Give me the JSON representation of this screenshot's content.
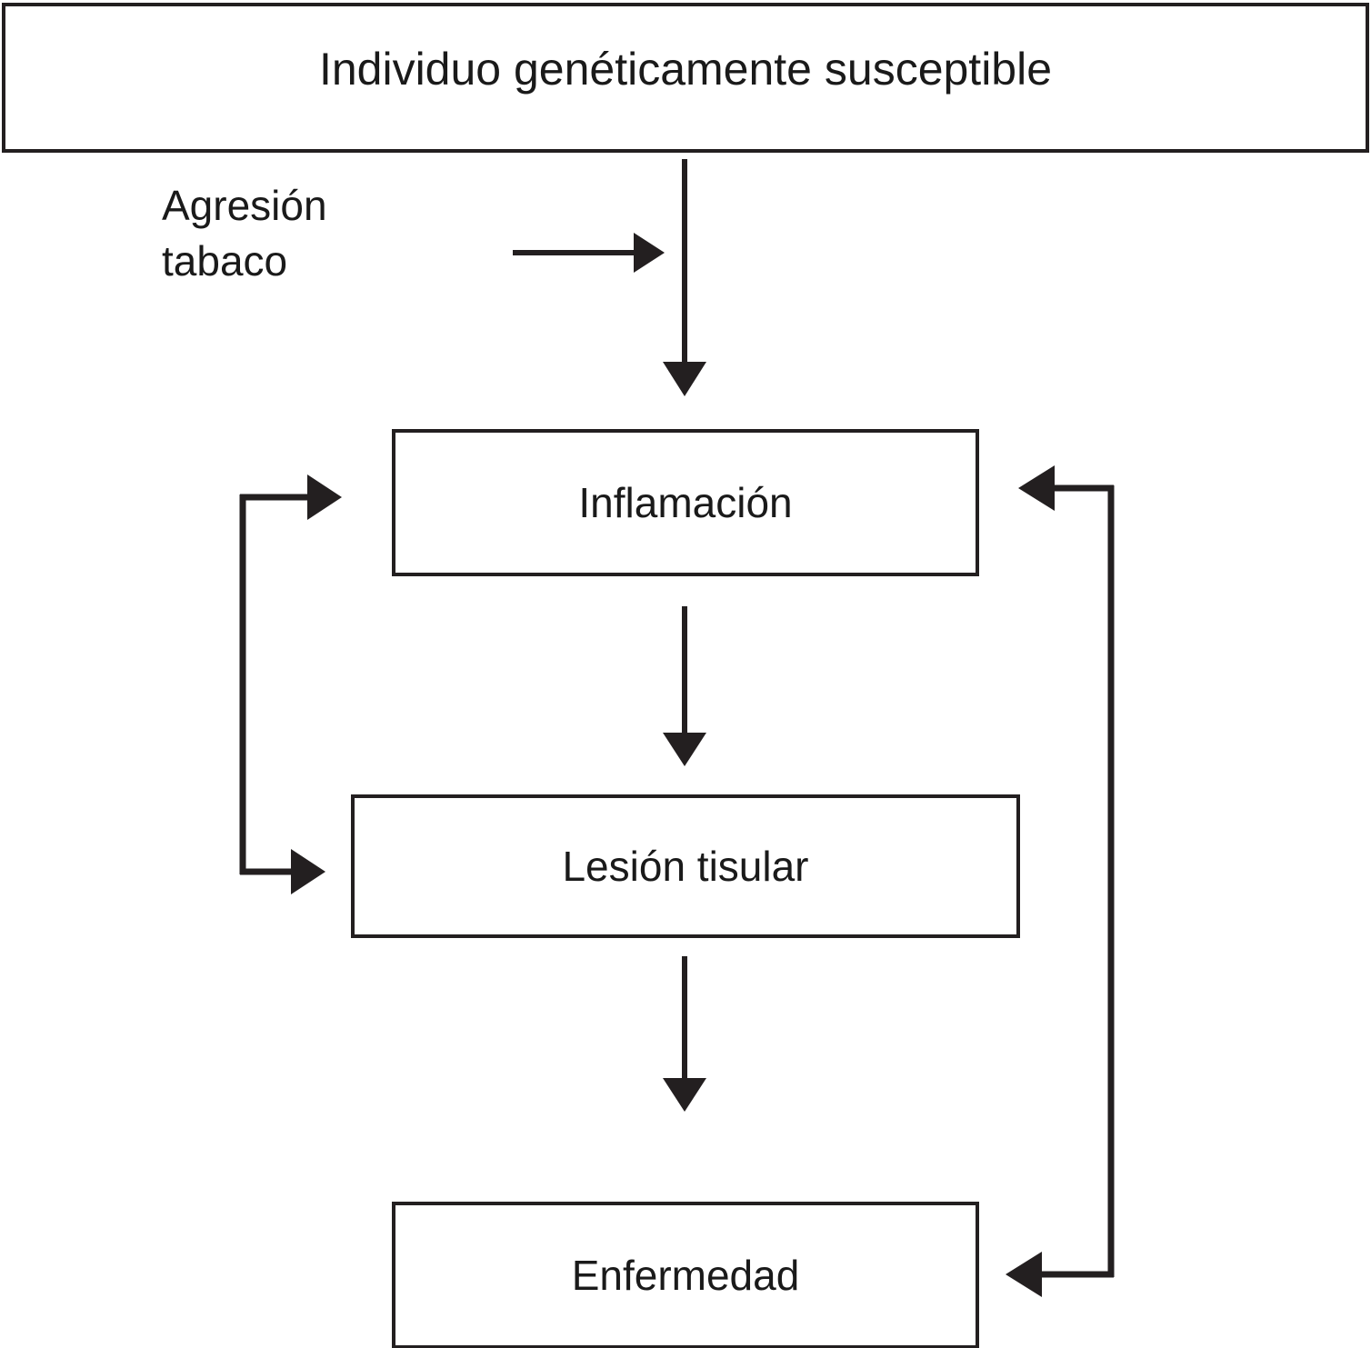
{
  "diagram": {
    "title_box": {
      "label": "Individuo genéticamente susceptible"
    },
    "nodes": [
      {
        "id": "inflamacion",
        "label": "Inflamación"
      },
      {
        "id": "lesion",
        "label": "Lesión tisular"
      },
      {
        "id": "enfermedad",
        "label": "Enfermedad"
      }
    ],
    "annotations": [
      {
        "id": "agresion",
        "label": "Agresión\ntabaco"
      }
    ],
    "edges": [
      {
        "id": "top-to-inflamacion",
        "from": "Individuo genéticamente susceptible",
        "to": "Inflamación",
        "arrow": "down"
      },
      {
        "id": "agresion-to-main",
        "from": "Agresión tabaco",
        "to": "Individuo genéticamente susceptible",
        "arrow": "right"
      },
      {
        "id": "inflamacion-to-lesion",
        "from": "Inflamación",
        "to": "Lesión tisular",
        "arrow": "down"
      },
      {
        "id": "lesion-to-enfermedad",
        "from": "Lesión tisular",
        "to": "Enfermedad",
        "arrow": "down"
      },
      {
        "id": "left-feedback-to-inflamacion",
        "from": "Lesión tisular",
        "to": "Inflamación",
        "arrow": "right"
      },
      {
        "id": "left-feedback-to-lesion",
        "from": "Inflamación",
        "to": "Lesión tisular",
        "arrow": "right"
      },
      {
        "id": "right-feedback-to-inflamacion",
        "from": "Enfermedad",
        "to": "Inflamación",
        "arrow": "left"
      },
      {
        "id": "right-feedback-to-enfermedad",
        "from": "Inflamación",
        "to": "Enfermedad",
        "arrow": "left"
      }
    ],
    "colors": {
      "stroke": "#231f20",
      "text": "#1a1a1a",
      "background": "#ffffff"
    }
  }
}
